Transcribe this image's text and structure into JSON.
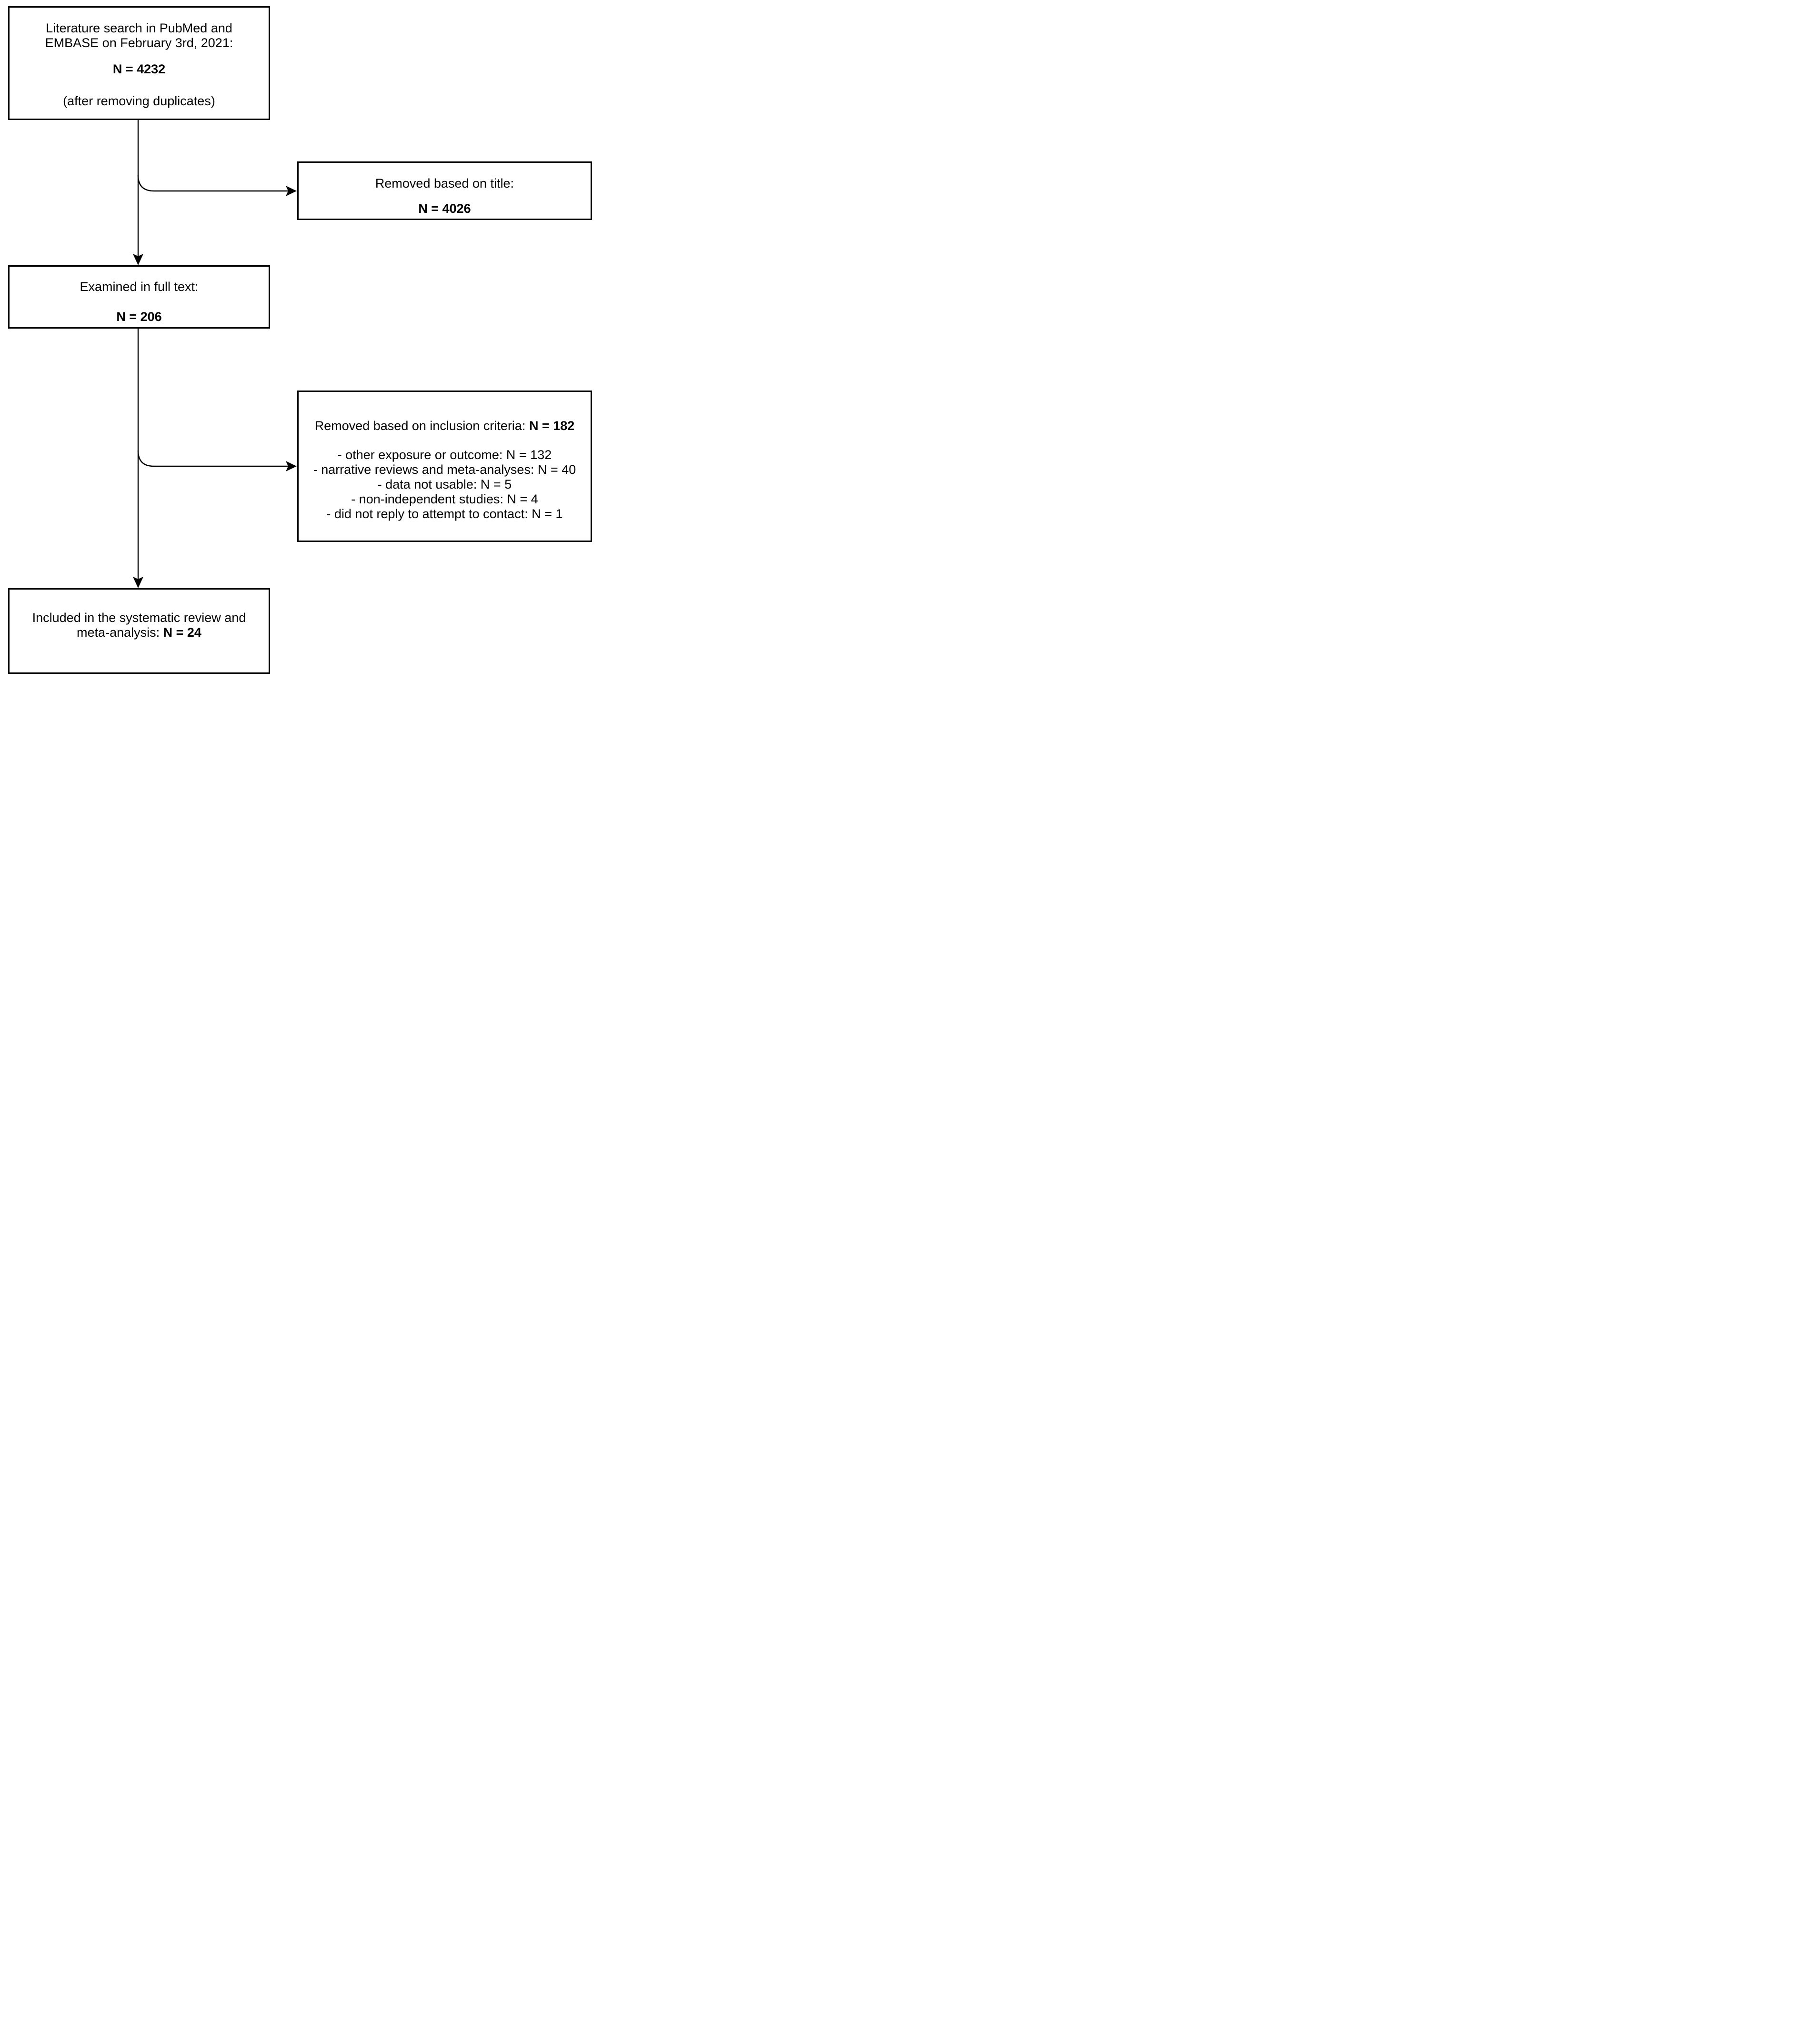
{
  "flowchart": {
    "box_search": {
      "label": "Literature search in PubMed and EMBASE on February 3rd, 2021:",
      "count": "N = 4232",
      "note": "(after removing duplicates)"
    },
    "box_removed_title": {
      "label": "Removed based on title:",
      "count": "N = 4026"
    },
    "box_full_text": {
      "label": "Examined in full text:",
      "count": "N = 206"
    },
    "box_removed_criteria": {
      "label_prefix": "Removed based on inclusion criteria: ",
      "count": "N = 182",
      "reasons": [
        "- other exposure or outcome: N = 132",
        "- narrative reviews and meta-analyses: N = 40",
        "- data not usable: N = 5",
        "- non-independent studies: N = 4",
        "- did not reply to attempt to contact: N = 1"
      ]
    },
    "box_included": {
      "label_prefix": "Included in the systematic review and meta-analysis: ",
      "count": "N = 24"
    },
    "colors": {
      "line": "#000000",
      "box_border": "#000000",
      "background": "#ffffff"
    }
  }
}
